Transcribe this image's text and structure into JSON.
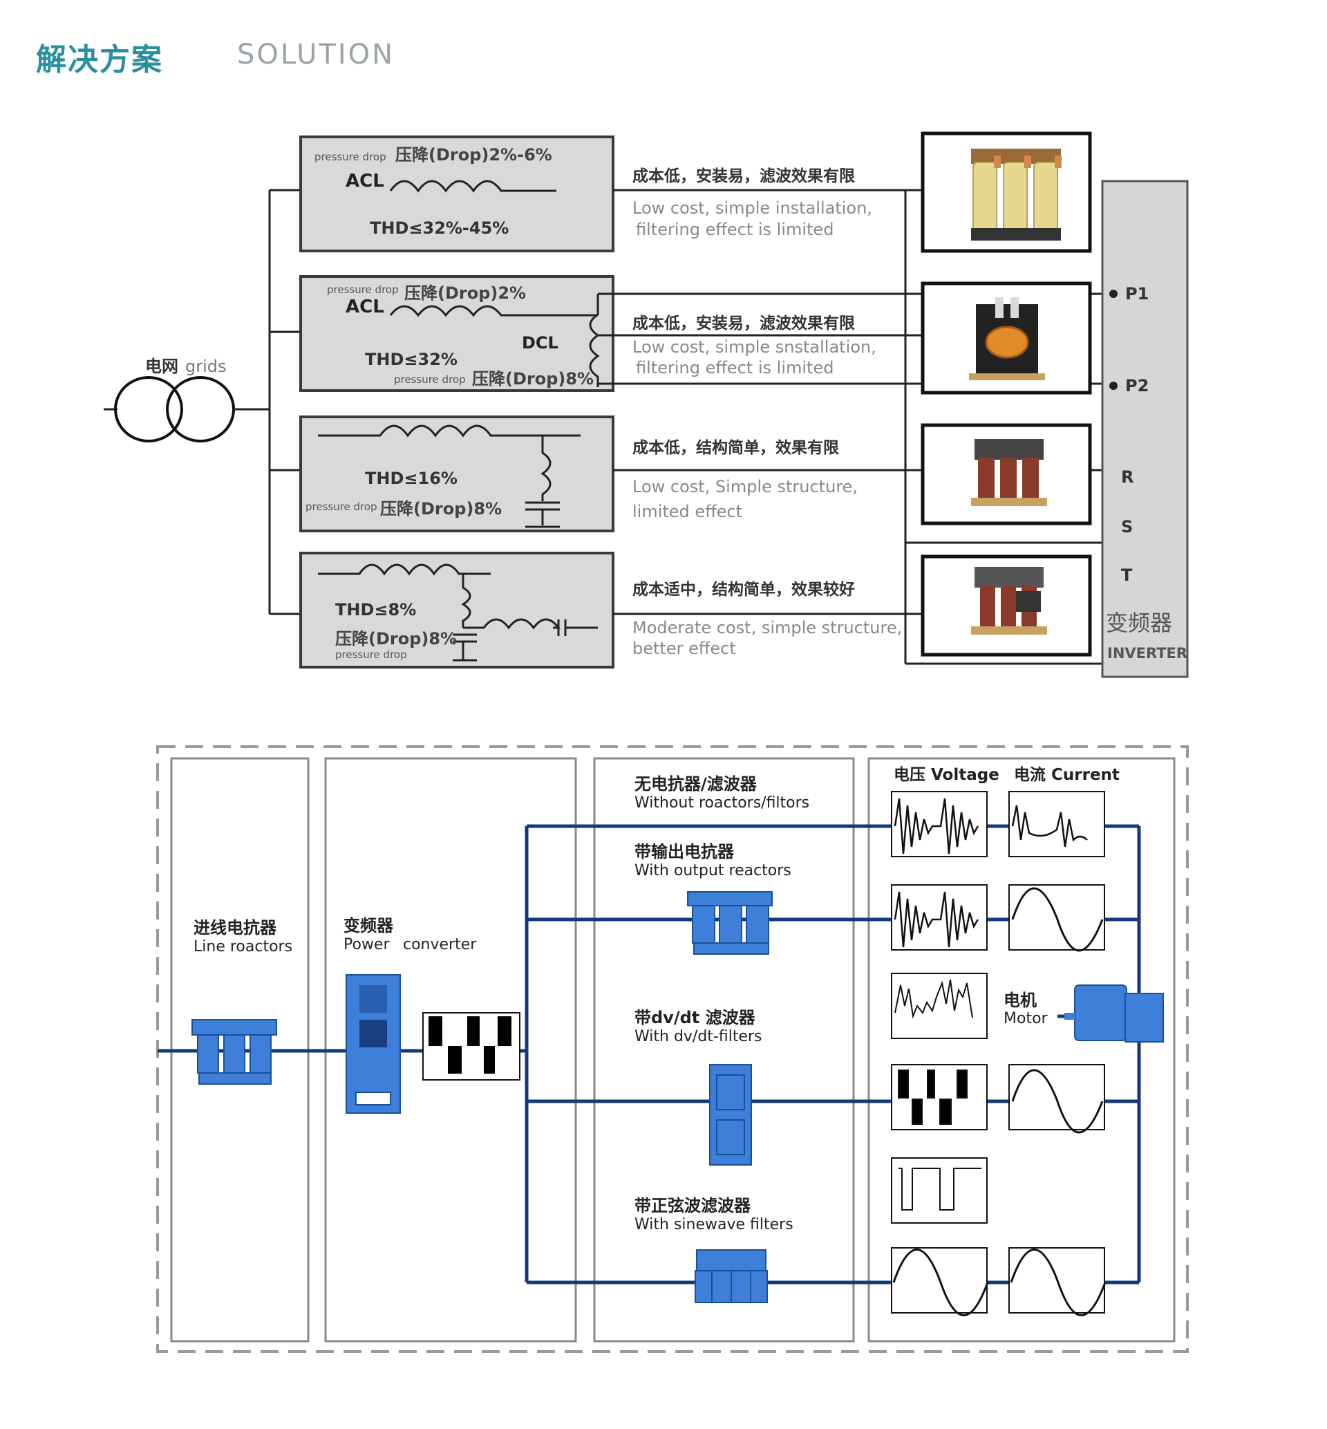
{
  "header": {
    "title_cn": "解决方案",
    "title_en": "SOLUTION"
  },
  "top": {
    "grid_label_cn": "电网",
    "grid_label_en": "grids",
    "boxes": [
      {
        "pd_small": "pressure drop",
        "pd_big": "压降(Drop)2%-6%",
        "acl": "ACL",
        "thd": "THD≤32%-45%",
        "desc_cn": "成本低，安装易，滤波效果有限",
        "desc_en1": "Low cost, simple installation,",
        "desc_en2": "filtering effect is limited"
      },
      {
        "pd_small": "pressure drop",
        "pd_big": "压降(Drop)2%",
        "acl": "ACL",
        "thd": "THD≤32%",
        "dcl": "DCL",
        "pd2_small": "pressure drop",
        "pd2_big": "压降(Drop)8%",
        "desc_cn": "成本低，安装易，滤波效果有限",
        "desc_en1": "Low cost, simple snstallation,",
        "desc_en2": "filtering effect is limited"
      },
      {
        "thd": "THD≤16%",
        "pd_small": "pressure drop",
        "pd_big": "压降(Drop)8%",
        "desc_cn": "成本低，结构简单，效果有限",
        "desc_en1": "Low cost, Simple structure,",
        "desc_en2": "limited effect"
      },
      {
        "thd": "THD≤8%",
        "pd_big": "压降(Drop)8%",
        "pd_small": "pressure drop",
        "desc_cn": "成本适中，结构简单，效果较好",
        "desc_en1": "Moderate cost, simple structure,",
        "desc_en2": "better effect"
      }
    ],
    "inverter": {
      "p1": "P1",
      "p2": "P2",
      "r": "R",
      "s": "S",
      "t": "T",
      "name_cn": "变频器",
      "name_en": "INVERTER"
    }
  },
  "bottom": {
    "line_reactors_cn": "进线电抗器",
    "line_reactors_en": "Line roactors",
    "converter_cn": "变频器",
    "converter_en_1": "Power",
    "converter_en_2": "converter",
    "voltage_label": "电压 Voltage",
    "current_label": "电流 Current",
    "motor_cn": "电机",
    "motor_en": "Motor",
    "rows": [
      {
        "cn": "无电抗器/滤波器",
        "en": "Without roactors/filtors"
      },
      {
        "cn": "带输出电抗器",
        "en": "With output reactors"
      },
      {
        "cn": "带dv/dt 滤波器",
        "en": "With dv/dt-filters"
      },
      {
        "cn": "带正弦波滤波器",
        "en": "With sinewave filters"
      }
    ]
  },
  "colors": {
    "accent": "#2b8fa0",
    "navy": "#123a7a",
    "device_blue": "#3d7fd9",
    "box_gray": "#d9d9d9"
  }
}
